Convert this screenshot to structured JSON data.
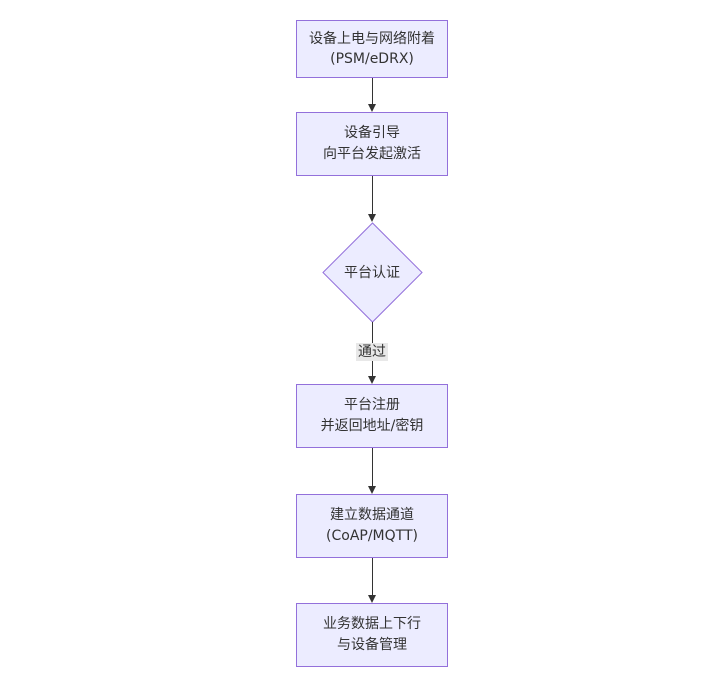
{
  "diagram": {
    "type": "flowchart",
    "direction": "top-down",
    "colors": {
      "background": "#ffffff",
      "node_fill": "#ECECFF",
      "node_border": "#9370DB",
      "text": "#333333",
      "arrow": "#333333",
      "edge_label_bg": "#e8e8e8"
    },
    "nodes": [
      {
        "id": "power-attach",
        "shape": "rect",
        "lines": [
          "设备上电与网络附着",
          "(PSM/eDRX)"
        ]
      },
      {
        "id": "bootstrap",
        "shape": "rect",
        "lines": [
          "设备引导",
          "向平台发起激活"
        ]
      },
      {
        "id": "platform-auth",
        "shape": "diamond",
        "lines": [
          "平台认证"
        ]
      },
      {
        "id": "platform-register",
        "shape": "rect",
        "lines": [
          "平台注册",
          "并返回地址/密钥"
        ]
      },
      {
        "id": "data-channel",
        "shape": "rect",
        "lines": [
          "建立数据通道",
          "(CoAP/MQTT)"
        ]
      },
      {
        "id": "business-data",
        "shape": "rect",
        "lines": [
          "业务数据上下行",
          "与设备管理"
        ]
      }
    ],
    "edges": [
      {
        "from": "power-attach",
        "to": "bootstrap",
        "label": ""
      },
      {
        "from": "bootstrap",
        "to": "platform-auth",
        "label": ""
      },
      {
        "from": "platform-auth",
        "to": "platform-register",
        "label": "通过"
      },
      {
        "from": "platform-register",
        "to": "data-channel",
        "label": ""
      },
      {
        "from": "data-channel",
        "to": "business-data",
        "label": ""
      }
    ]
  }
}
